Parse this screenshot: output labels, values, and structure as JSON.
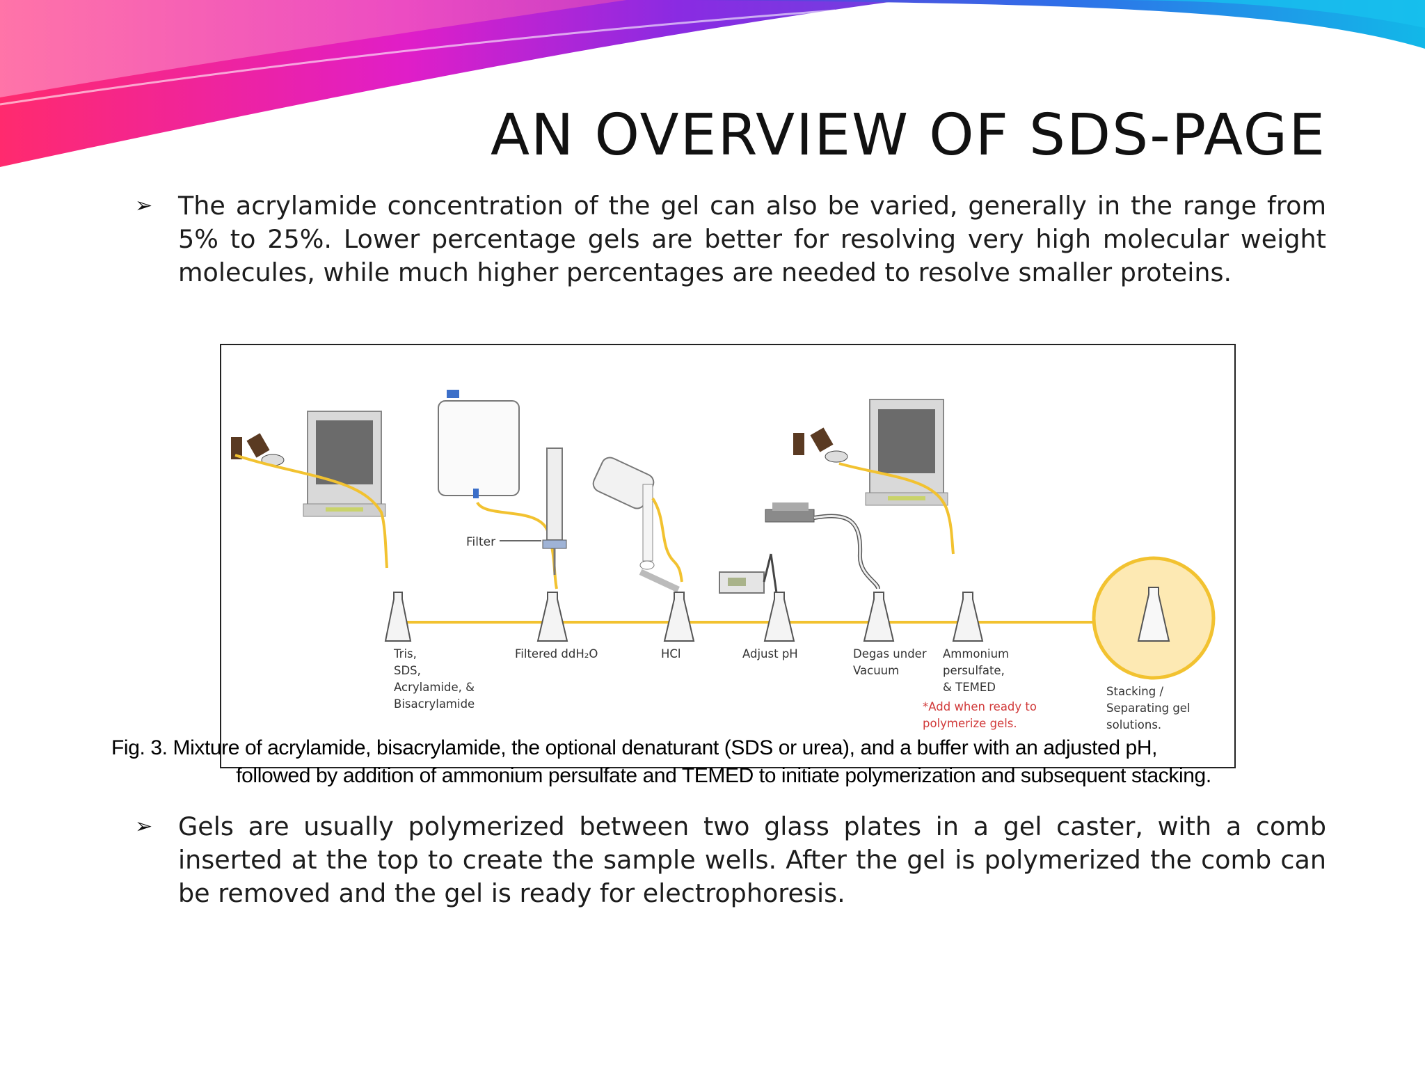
{
  "slide": {
    "title": "AN OVERVIEW OF SDS-PAGE",
    "bullets": [
      {
        "marker": "➢",
        "text": "The acrylamide concentration of the gel can also be varied, generally in the range from 5% to 25%. Lower percentage gels are better for resolving very high molecular weight molecules, while much higher percentages are needed to resolve smaller proteins."
      },
      {
        "marker": "➢",
        "text": "Gels are usually polymerized between two glass plates in a gel caster, with a comb inserted at the top to create the sample wells. After the gel is polymerized the comb can be removed and the gel is ready for electrophoresis."
      }
    ],
    "caption": {
      "line1": "Fig. 3. Mixture of acrylamide, bisacrylamide, the optional denaturant (SDS or urea), and a buffer with an adjusted pH,",
      "line2": "followed by addition of ammonium persulfate and TEMED to initiate polymerization and subsequent stacking."
    }
  },
  "figure": {
    "filter_label": "Filter",
    "steps": [
      {
        "label_lines": [
          "Tris,",
          "SDS,",
          "Acrylamide, &",
          "Bisacrylamide"
        ]
      },
      {
        "label_lines": [
          "Filtered ddH₂O"
        ]
      },
      {
        "label_lines": [
          "HCl"
        ]
      },
      {
        "label_lines": [
          "Adjust pH"
        ]
      },
      {
        "label_lines": [
          "Degas under",
          "Vacuum"
        ]
      },
      {
        "label_lines": [
          "Ammonium",
          "persulfate,",
          "& TEMED"
        ]
      },
      {
        "label_lines": [
          "Stacking /",
          "Separating gel",
          "solutions."
        ]
      }
    ],
    "note_lines": [
      "*Add when ready to",
      "polymerize gels."
    ],
    "colors": {
      "arrow": "#f2c230",
      "note": "#d13a3a",
      "final_circle_fill": "#fde9b3"
    }
  }
}
